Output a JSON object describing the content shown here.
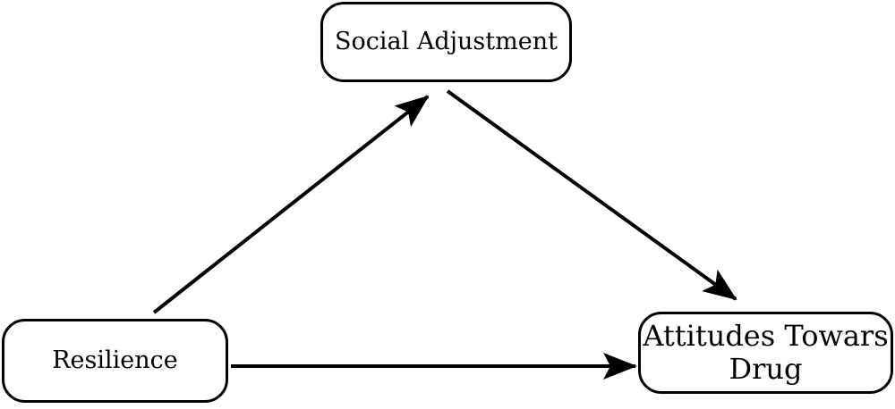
{
  "diagram": {
    "nodes": {
      "social_adjustment": {
        "label": "Social Adjustment"
      },
      "resilience": {
        "label": "Resilience"
      },
      "attitudes": {
        "line1": "Attitudes Towars",
        "line2": "Drug"
      }
    },
    "edges": [
      {
        "from": "resilience",
        "to": "social_adjustment"
      },
      {
        "from": "social_adjustment",
        "to": "attitudes"
      },
      {
        "from": "resilience",
        "to": "attitudes"
      }
    ],
    "colors": {
      "stroke": "#000000",
      "fill": "#ffffff"
    }
  }
}
